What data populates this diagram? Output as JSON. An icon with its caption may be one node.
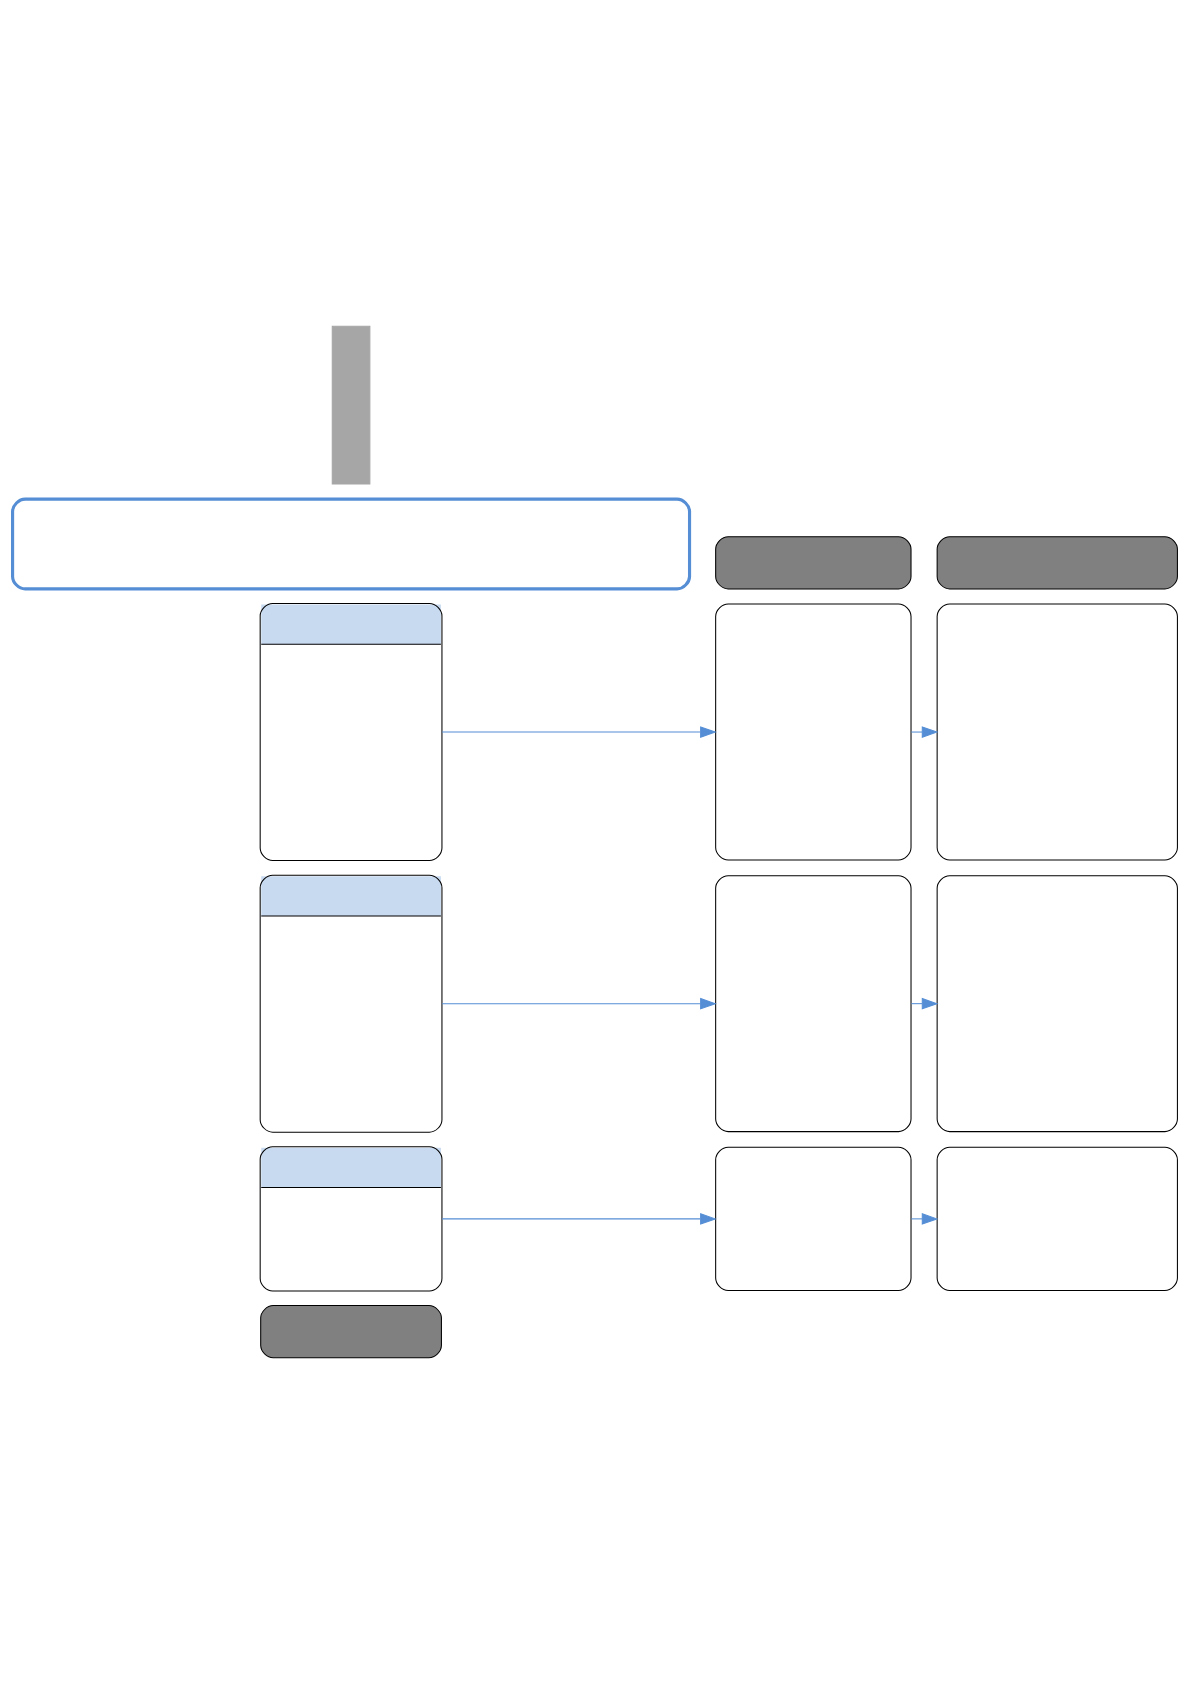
{
  "diagram": {
    "nodes": [
      {
        "text": [],
        "shape": "box"
      },
      {
        "text": [],
        "shape": "box"
      },
      {
        "text": [],
        "shape": "box"
      },
      {
        "text": [],
        "shape": "box"
      },
      {
        "text": [],
        "shape": "box"
      },
      {
        "text": [],
        "shape": "box"
      },
      {
        "text": [],
        "shape": "box"
      },
      {
        "text": [],
        "shape": "box"
      },
      {
        "text": [],
        "shape": "box"
      },
      {
        "text": [],
        "shape": "box"
      },
      {
        "text": [],
        "shape": "box"
      },
      {
        "text": [],
        "shape": "box"
      },
      {
        "text": [],
        "shape": "box"
      },
      {
        "text": [],
        "shape": "bar"
      }
    ],
    "edges": [
      {
        "from": 4,
        "to": 5,
        "arrow": "to"
      },
      {
        "from": 5,
        "to": 6,
        "arrow": "to"
      },
      {
        "from": 7,
        "to": 8,
        "arrow": "to"
      },
      {
        "from": 8,
        "to": 9,
        "arrow": "to"
      },
      {
        "from": 10,
        "to": 11,
        "arrow": "to"
      },
      {
        "from": 11,
        "to": 12,
        "arrow": "to"
      }
    ]
  }
}
